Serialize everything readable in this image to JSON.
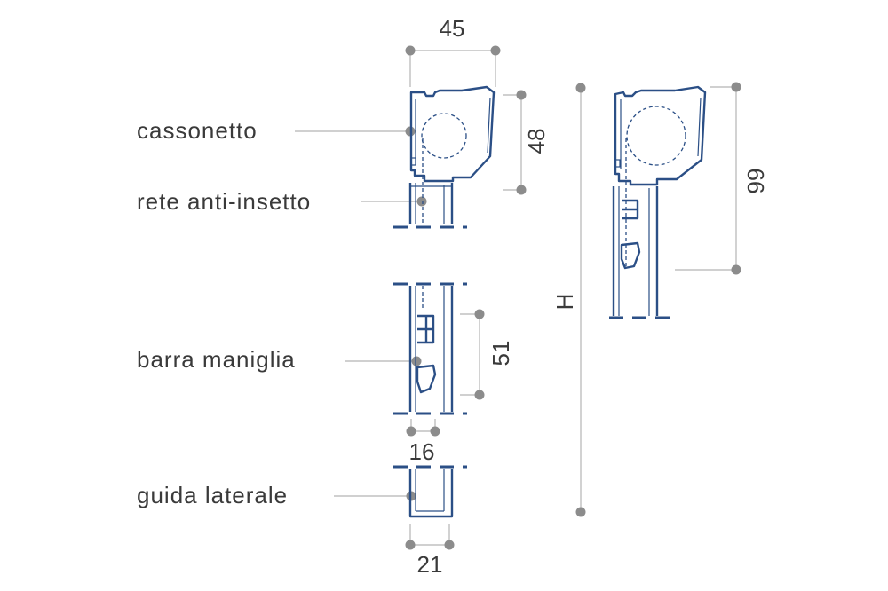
{
  "labels": {
    "cassonetto": "cassonetto",
    "rete": "rete anti-insetto",
    "barra": "barra maniglia",
    "guida": "guida laterale"
  },
  "dimensions": {
    "width_box": "45",
    "height_box": "48",
    "handle_bar": "51",
    "handle_gap": "16",
    "guide_width": "21",
    "overall_height": "H",
    "box_height_right": "99"
  },
  "colors": {
    "profile": "#2b4f86",
    "leader": "#b4b4b4",
    "dot": "#8c8c8c",
    "text": "#3a3a3a"
  }
}
